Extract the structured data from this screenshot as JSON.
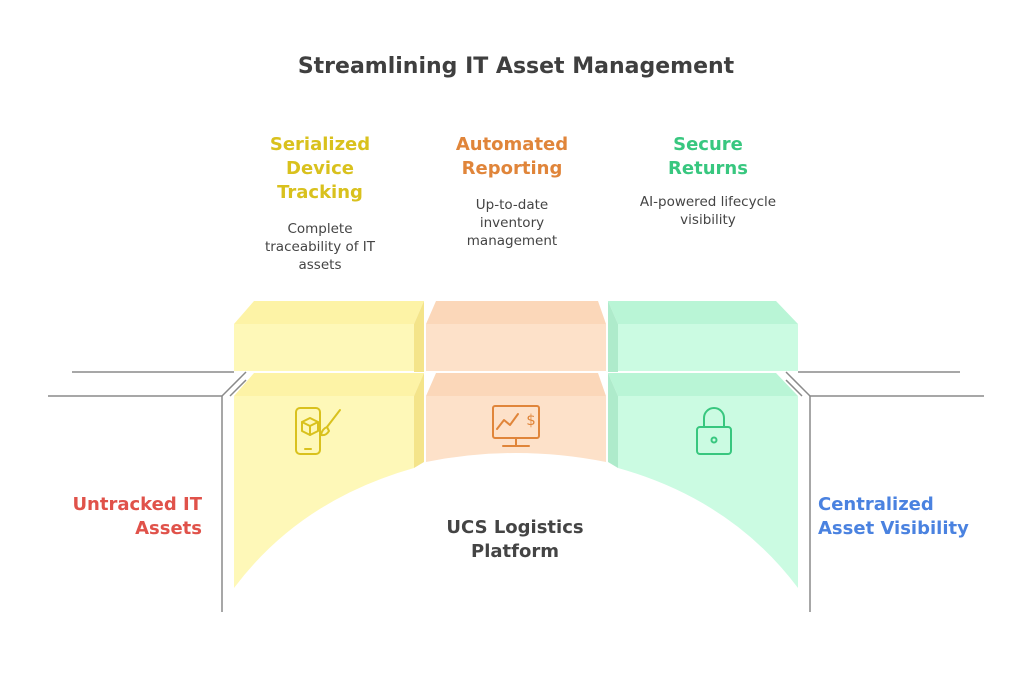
{
  "title": "Streamlining IT Asset Management",
  "colors": {
    "yellow_fill": "#fef8b8",
    "yellow_text": "#d9c11d",
    "orange_fill": "#fde1c9",
    "orange_text": "#e0853a",
    "green_fill": "#cbfbe2",
    "green_text": "#38c77f",
    "left_label": "#e0524a",
    "right_label": "#4a82e0",
    "line": "#8a8a8a",
    "center_label": "#444444"
  },
  "pillars": [
    {
      "title_lines": [
        "Serialized",
        "Device",
        "Tracking"
      ],
      "desc_lines": [
        "Complete",
        "traceability of IT",
        "assets"
      ],
      "icon": "phone-brush-icon"
    },
    {
      "title_lines": [
        "Automated",
        "Reporting"
      ],
      "desc_lines": [
        "Up-to-date",
        "inventory",
        "management"
      ],
      "icon": "monitor-chart-icon"
    },
    {
      "title_lines": [
        "Secure",
        "Returns"
      ],
      "desc_lines": [
        "AI-powered lifecycle",
        "visibility"
      ],
      "icon": "lock-icon"
    }
  ],
  "left_label": [
    "Untracked IT",
    "Assets"
  ],
  "right_label": [
    "Centralized",
    "Asset Visibility"
  ],
  "center_label": [
    "UCS Logistics",
    "Platform"
  ]
}
